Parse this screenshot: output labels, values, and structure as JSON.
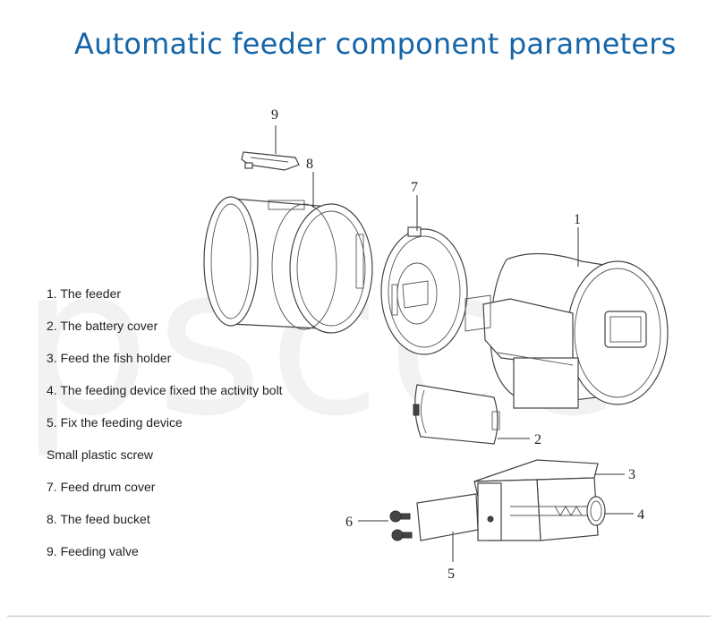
{
  "title": "Automatic feeder component parameters",
  "watermark": "psccc",
  "legend": [
    "1. The feeder",
    "2. The battery cover",
    "3. Feed the fish holder",
    "4. The feeding device fixed the activity bolt",
    "5. Fix the feeding device",
    "Small plastic screw",
    "7. Feed drum cover",
    "8. The feed bucket",
    "9. Feeding valve"
  ],
  "callouts": {
    "c1": "1",
    "c2": "2",
    "c3": "3",
    "c4": "4",
    "c5": "5",
    "c6": "6",
    "c7": "7",
    "c8": "8",
    "c9": "9"
  }
}
